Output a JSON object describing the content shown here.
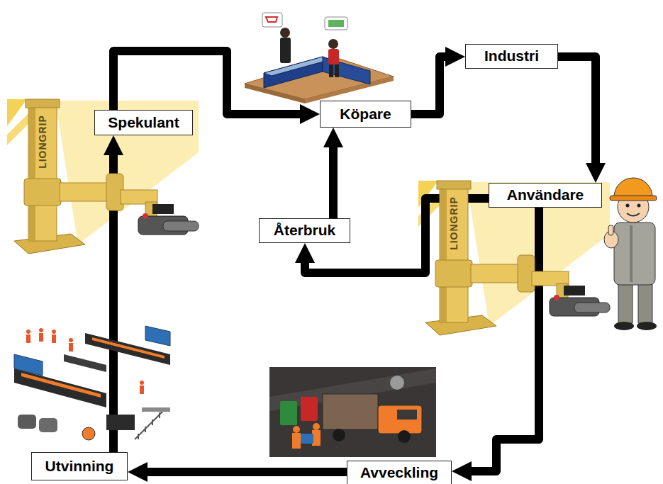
{
  "diagram": {
    "nodes": [
      {
        "text": [
          "Spekulant"
        ]
      },
      {
        "text": [
          "Köpare"
        ]
      },
      {
        "text": [
          "Industri"
        ]
      },
      {
        "text": [
          "Användare"
        ]
      },
      {
        "text": [
          "Återbruk"
        ]
      },
      {
        "text": [
          "Avveckling"
        ]
      },
      {
        "text": [
          "Utvinning"
        ]
      }
    ],
    "edges": [
      {
        "from": 0,
        "to": 1,
        "arrow": "to"
      },
      {
        "from": 1,
        "to": 2,
        "arrow": "to"
      },
      {
        "from": 2,
        "to": 3,
        "arrow": "to"
      },
      {
        "from": 3,
        "to": 4,
        "arrow": "to"
      },
      {
        "from": 4,
        "to": 1,
        "arrow": "to"
      },
      {
        "from": 3,
        "to": 5,
        "arrow": "to"
      },
      {
        "from": 5,
        "to": 6,
        "arrow": "to"
      },
      {
        "from": 6,
        "to": 0,
        "arrow": "to"
      }
    ],
    "labels": [
      "LIONGRIP",
      "LIONGRIP"
    ]
  }
}
